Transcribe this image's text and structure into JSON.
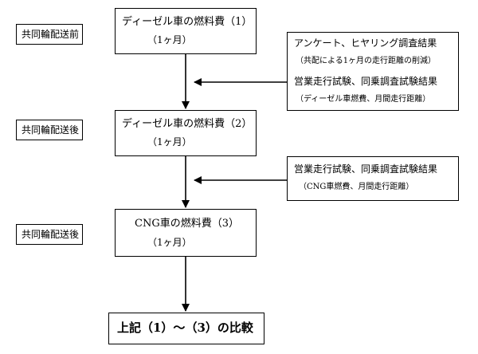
{
  "stages": [
    {
      "label": "共同輪配送前",
      "box_line1": "ディーゼル車の燃料費（1）",
      "box_line2": "（1ヶ月）"
    },
    {
      "label": "共同輪配送後",
      "box_line1": "ディーゼル車の燃料費（2）",
      "box_line2": "（1ヶ月）"
    },
    {
      "label": "共同輪配送後",
      "box_line1": "CNG車の燃料費（3）",
      "box_line2": "（1ヶ月）"
    }
  ],
  "inputs": [
    {
      "lines": [
        "アンケート、ヒヤリング調査結果",
        "（共配による1ヶ月の走行距離の削減）",
        "営業走行試験、同乗調査試験結果",
        "（ディーゼル車燃費、月間走行距離）"
      ]
    },
    {
      "lines": [
        "営業走行試験、同乗調査試験結果",
        "（CNG車燃費、月間走行距離）"
      ]
    }
  ],
  "result": {
    "text": "上記（1）〜（3）の比較"
  }
}
